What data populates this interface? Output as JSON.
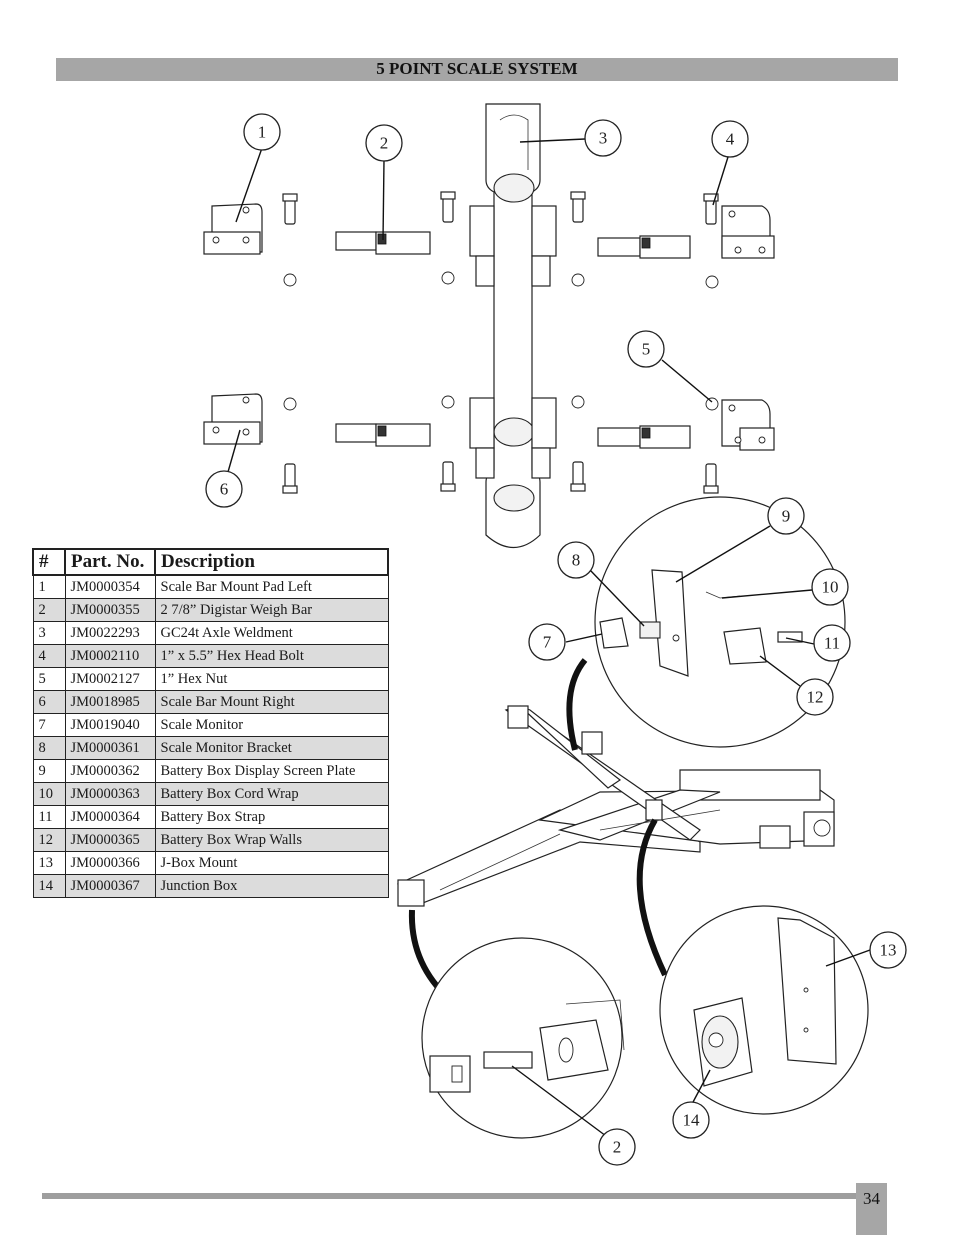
{
  "page": {
    "title": "5 POINT SCALE SYSTEM",
    "page_number": "34"
  },
  "table": {
    "headers": [
      "#",
      "Part. No.",
      "Description"
    ],
    "rows": [
      {
        "num": "1",
        "part_no": "JM0000354",
        "description": "Scale Bar Mount Pad Left"
      },
      {
        "num": "2",
        "part_no": "JM0000355",
        "description": "2 7/8” Digistar Weigh Bar"
      },
      {
        "num": "3",
        "part_no": "JM0022293",
        "description": "GC24t Axle Weldment"
      },
      {
        "num": "4",
        "part_no": "JM0002110",
        "description": "1” x 5.5” Hex Head Bolt"
      },
      {
        "num": "5",
        "part_no": "JM0002127",
        "description": "1” Hex Nut"
      },
      {
        "num": "6",
        "part_no": "JM0018985",
        "description": "Scale Bar Mount Right"
      },
      {
        "num": "7",
        "part_no": "JM0019040",
        "description": "Scale Monitor"
      },
      {
        "num": "8",
        "part_no": "JM0000361",
        "description": "Scale Monitor Bracket"
      },
      {
        "num": "9",
        "part_no": "JM0000362",
        "description": "Battery Box Display Screen Plate"
      },
      {
        "num": "10",
        "part_no": "JM0000363",
        "description": "Battery Box Cord Wrap"
      },
      {
        "num": "11",
        "part_no": "JM0000364",
        "description": "Battery Box Strap"
      },
      {
        "num": "12",
        "part_no": "JM0000365",
        "description": "Battery Box Wrap Walls"
      },
      {
        "num": "13",
        "part_no": "JM0000366",
        "description": "J-Box Mount"
      },
      {
        "num": "14",
        "part_no": "JM0000367",
        "description": "Junction Box"
      }
    ]
  },
  "callouts": {
    "c1": "1",
    "c2": "2",
    "c3": "3",
    "c4": "4",
    "c5": "5",
    "c6": "6",
    "c7": "7",
    "c8": "8",
    "c9": "9",
    "c10": "10",
    "c11": "11",
    "c12": "12",
    "c13": "13",
    "c14": "14",
    "c2b": "2"
  }
}
